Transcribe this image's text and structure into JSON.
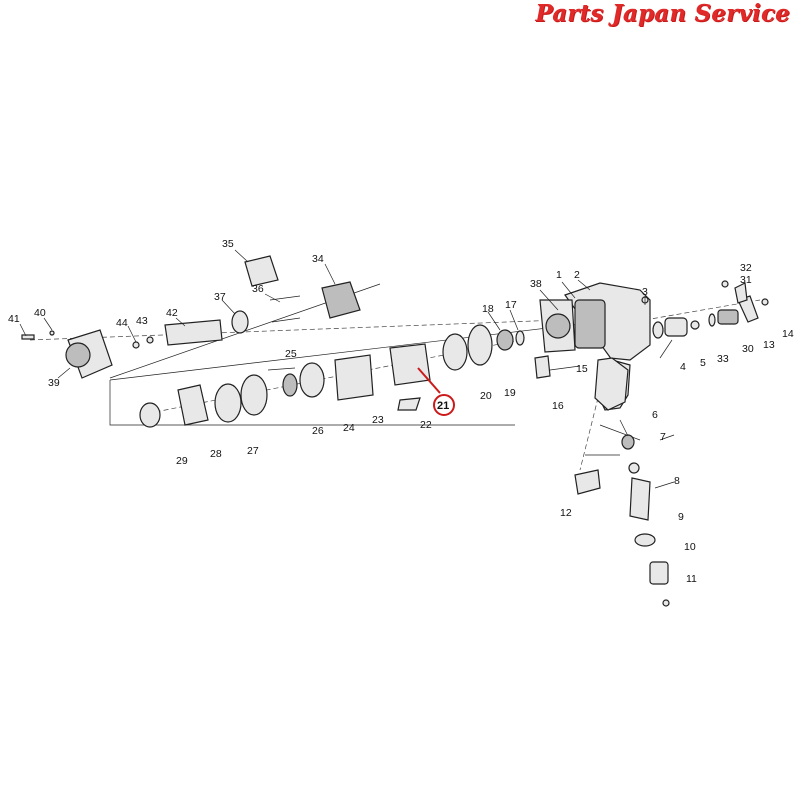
{
  "brand": {
    "text": "Parts Japan Service",
    "color": "#e02a2a"
  },
  "highlight": {
    "label": "21",
    "color": "#cc1a1a"
  },
  "part_numbers": {
    "p1": "1",
    "p2": "2",
    "p3": "3",
    "p4": "4",
    "p5": "5",
    "p6": "6",
    "p7": "7",
    "p8": "8",
    "p9": "9",
    "p10": "10",
    "p11": "11",
    "p12": "12",
    "p13": "13",
    "p14": "14",
    "p15": "15",
    "p16": "16",
    "p17": "17",
    "p18": "18",
    "p19": "19",
    "p20": "20",
    "p22": "22",
    "p23": "23",
    "p24": "24",
    "p25": "25",
    "p26": "26",
    "p27": "27",
    "p28": "28",
    "p29": "29",
    "p30": "30",
    "p31": "31",
    "p32": "32",
    "p33": "33",
    "p34": "34",
    "p35": "35",
    "p36": "36",
    "p37": "37",
    "p38": "38",
    "p39": "39",
    "p40": "40",
    "p41": "41",
    "p42": "42",
    "p43": "43",
    "p44": "44"
  }
}
